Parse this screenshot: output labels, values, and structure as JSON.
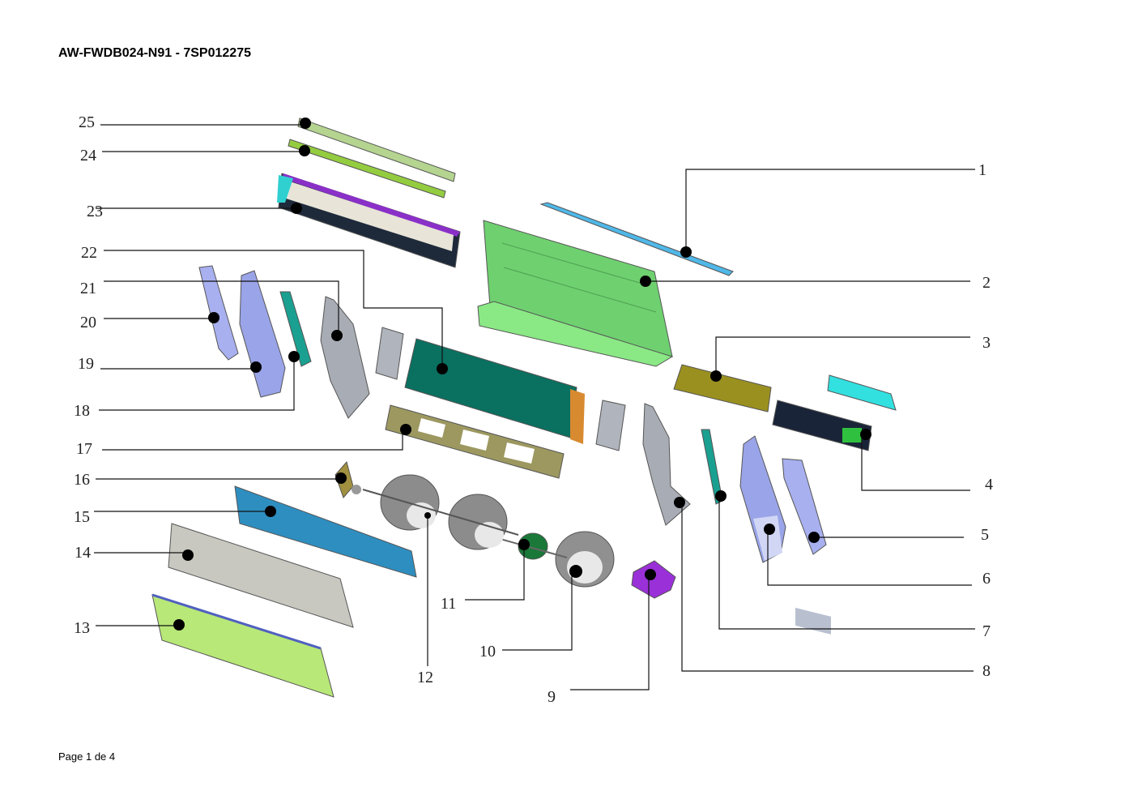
{
  "document": {
    "title": "AW-FWDB024-N91 - 7SP012275",
    "footer": "Page 1 de 4"
  },
  "callouts": [
    "1",
    "2",
    "3",
    "4",
    "5",
    "6",
    "7",
    "8",
    "9",
    "10",
    "11",
    "12",
    "13",
    "14",
    "15",
    "16",
    "17",
    "18",
    "19",
    "20",
    "21",
    "22",
    "23",
    "24",
    "25"
  ],
  "colors": {
    "top_cover": "#4fb8e8",
    "back_plate": "#7fe07a",
    "electric_box": "#9a9020",
    "coil": "#0a7060",
    "filter": "#b8e878",
    "front_panel": "#c8c8c0",
    "drain_tray": "#2e8ec0",
    "motor_support": "#9a30d8"
  }
}
